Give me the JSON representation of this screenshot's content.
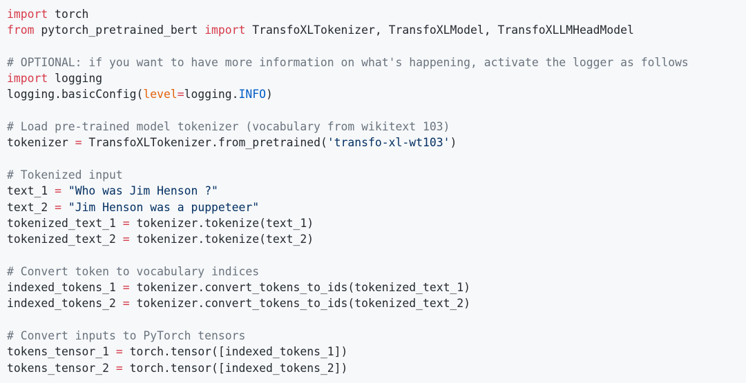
{
  "code_lines": [
    [
      {
        "t": "kw",
        "v": "import"
      },
      {
        "t": "",
        "v": " torch"
      }
    ],
    [
      {
        "t": "kw",
        "v": "from"
      },
      {
        "t": "",
        "v": " pytorch_pretrained_bert "
      },
      {
        "t": "kw",
        "v": "import"
      },
      {
        "t": "",
        "v": " TransfoXLTokenizer, TransfoXLModel, TransfoXLLMHeadModel"
      }
    ],
    [],
    [
      {
        "t": "cm",
        "v": "# OPTIONAL: if you want to have more information on what's happening, activate the logger as follows"
      }
    ],
    [
      {
        "t": "kw",
        "v": "import"
      },
      {
        "t": "",
        "v": " logging"
      }
    ],
    [
      {
        "t": "",
        "v": "logging.basicConfig("
      },
      {
        "t": "pm",
        "v": "level"
      },
      {
        "t": "op",
        "v": "="
      },
      {
        "t": "",
        "v": "logging."
      },
      {
        "t": "cn",
        "v": "INFO"
      },
      {
        "t": "",
        "v": ")"
      }
    ],
    [],
    [
      {
        "t": "cm",
        "v": "# Load pre-trained model tokenizer (vocabulary from wikitext 103)"
      }
    ],
    [
      {
        "t": "",
        "v": "tokenizer "
      },
      {
        "t": "op",
        "v": "="
      },
      {
        "t": "",
        "v": " TransfoXLTokenizer.from_pretrained("
      },
      {
        "t": "st",
        "v": "'transfo-xl-wt103'"
      },
      {
        "t": "",
        "v": ")"
      }
    ],
    [],
    [
      {
        "t": "cm",
        "v": "# Tokenized input"
      }
    ],
    [
      {
        "t": "",
        "v": "text_1 "
      },
      {
        "t": "op",
        "v": "="
      },
      {
        "t": "",
        "v": " "
      },
      {
        "t": "st",
        "v": "\"Who was Jim Henson ?\""
      }
    ],
    [
      {
        "t": "",
        "v": "text_2 "
      },
      {
        "t": "op",
        "v": "="
      },
      {
        "t": "",
        "v": " "
      },
      {
        "t": "st",
        "v": "\"Jim Henson was a puppeteer\""
      }
    ],
    [
      {
        "t": "",
        "v": "tokenized_text_1 "
      },
      {
        "t": "op",
        "v": "="
      },
      {
        "t": "",
        "v": " tokenizer.tokenize(text_1)"
      }
    ],
    [
      {
        "t": "",
        "v": "tokenized_text_2 "
      },
      {
        "t": "op",
        "v": "="
      },
      {
        "t": "",
        "v": " tokenizer.tokenize(text_2)"
      }
    ],
    [],
    [
      {
        "t": "cm",
        "v": "# Convert token to vocabulary indices"
      }
    ],
    [
      {
        "t": "",
        "v": "indexed_tokens_1 "
      },
      {
        "t": "op",
        "v": "="
      },
      {
        "t": "",
        "v": " tokenizer.convert_tokens_to_ids(tokenized_text_1)"
      }
    ],
    [
      {
        "t": "",
        "v": "indexed_tokens_2 "
      },
      {
        "t": "op",
        "v": "="
      },
      {
        "t": "",
        "v": " tokenizer.convert_tokens_to_ids(tokenized_text_2)"
      }
    ],
    [],
    [
      {
        "t": "cm",
        "v": "# Convert inputs to PyTorch tensors"
      }
    ],
    [
      {
        "t": "",
        "v": "tokens_tensor_1 "
      },
      {
        "t": "op",
        "v": "="
      },
      {
        "t": "",
        "v": " torch.tensor([indexed_tokens_1])"
      }
    ],
    [
      {
        "t": "",
        "v": "tokens_tensor_2 "
      },
      {
        "t": "op",
        "v": "="
      },
      {
        "t": "",
        "v": " torch.tensor([indexed_tokens_2])"
      }
    ]
  ],
  "colors": {
    "background": "#f6f8fa",
    "text": "#24292e",
    "keyword": "#d73a49",
    "comment": "#6a737d",
    "string": "#032f62",
    "param": "#e36209",
    "constant": "#005cc5"
  }
}
